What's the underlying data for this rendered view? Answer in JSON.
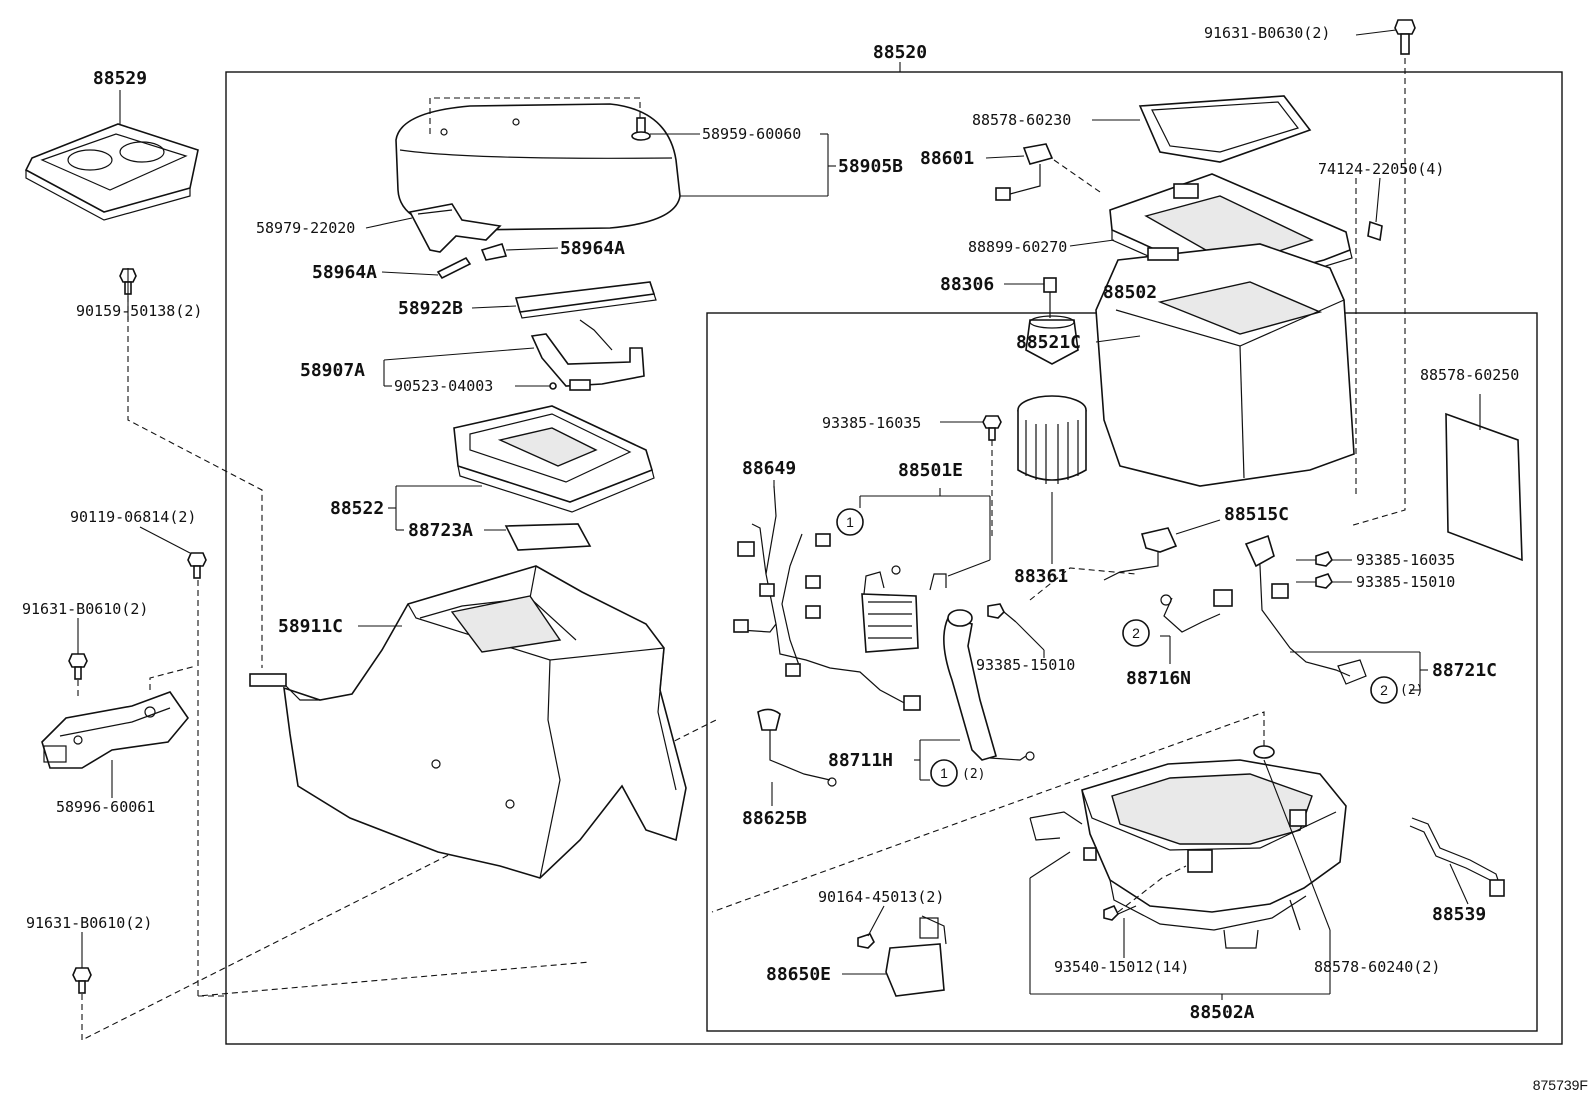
{
  "labels": {
    "l88520": "88520",
    "l88529": "88529",
    "l91631_b0630": "91631-B0630(2)",
    "l58959": "58959-60060",
    "l58905b": "58905B",
    "l58979": "58979-22020",
    "l58964a_r": "58964A",
    "l58964a_l": "58964A",
    "l58922b": "58922B",
    "l58907a": "58907A",
    "l90523": "90523-04003",
    "l88522": "88522",
    "l88723a": "88723A",
    "l58911c": "58911C",
    "l90159": "90159-50138(2)",
    "l90119": "90119-06814(2)",
    "l91631_b0610_a": "91631-B0610(2)",
    "l58996": "58996-60061",
    "l91631_b0610_b": "91631-B0610(2)",
    "l88578_60230": "88578-60230",
    "l88601": "88601",
    "l88899": "88899-60270",
    "l74124": "74124-22050(4)",
    "l88502": "88502",
    "l88521c": "88521C",
    "l88306": "88306",
    "l93385_16035_a": "93385-16035",
    "l88578_60250": "88578-60250",
    "l88649": "88649",
    "l88501e": "88501E",
    "l88515c": "88515C",
    "l88361": "88361",
    "l93385_16035_b": "93385-16035",
    "l93385_15010_a": "93385-15010",
    "l93385_15010_b": "93385-15010",
    "l88716n": "88716N",
    "l88721c": "88721C",
    "l88711h": "88711H",
    "l88625b": "88625B",
    "l90164": "90164-45013(2)",
    "l88650e": "88650E",
    "l93540": "93540-15012(14)",
    "l88578_60240": "88578-60240(2)",
    "l88539": "88539",
    "l88502a": "88502A",
    "ref_num": "875739F"
  },
  "callouts": {
    "c1": "1",
    "c2": "2",
    "qty2": "(2)"
  },
  "colors": {
    "line": "#111111",
    "background": "#ffffff",
    "shade": "#e9e9e9"
  }
}
